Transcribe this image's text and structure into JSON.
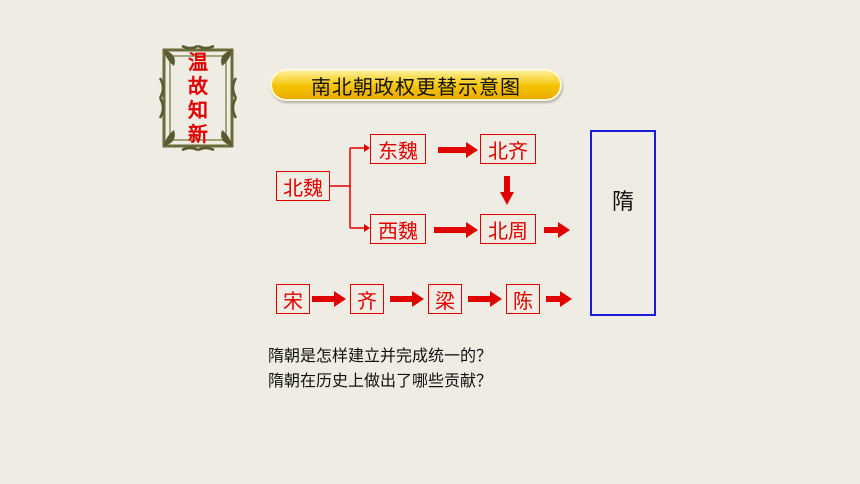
{
  "badge": {
    "chars": [
      "温",
      "故",
      "知",
      "新"
    ]
  },
  "title": "南北朝政权更替示意图",
  "nodes": {
    "beiwei": "北魏",
    "dongwei": "东魏",
    "xiwei": "西魏",
    "beiqi": "北齐",
    "beizhou": "北周",
    "song": "宋",
    "qi": "齐",
    "liang": "梁",
    "chen": "陈",
    "sui": "隋"
  },
  "questions": [
    "隋朝是怎样建立并完成统一的？",
    "隋朝在历史上做出了哪些贡献？"
  ],
  "colors": {
    "red": "#e00000",
    "blue": "#1a1ad8",
    "gold": "#f4c200"
  }
}
